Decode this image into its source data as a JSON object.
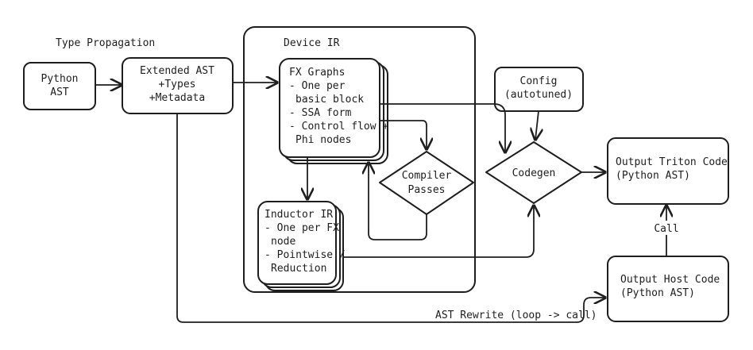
{
  "labels": {
    "type_propagation": "Type Propagation",
    "device_ir": "Device IR",
    "ast_rewrite": "AST Rewrite (loop -> call)",
    "call": "Call"
  },
  "nodes": {
    "python_ast": [
      "Python",
      "AST"
    ],
    "extended_ast": [
      "Extended AST",
      "+Types",
      "+Metadata"
    ],
    "fx_graphs": [
      "FX Graphs",
      "- One per",
      "basic block",
      "- SSA form",
      "- Control flow +",
      "Phi nodes"
    ],
    "compiler_passes": [
      "Compiler",
      "Passes"
    ],
    "inductor_ir": [
      "Inductor IR",
      "- One per FX",
      "node",
      "- Pointwise /",
      "Reduction"
    ],
    "config": [
      "Config",
      "(autotuned)"
    ],
    "codegen": [
      "Codegen"
    ],
    "output_triton": [
      "Output Triton Code",
      "(Python AST)"
    ],
    "output_host": [
      "Output Host Code",
      "(Python AST)"
    ]
  },
  "colors": {
    "stroke": "#1e1e1e",
    "fill": "#ffffff"
  }
}
